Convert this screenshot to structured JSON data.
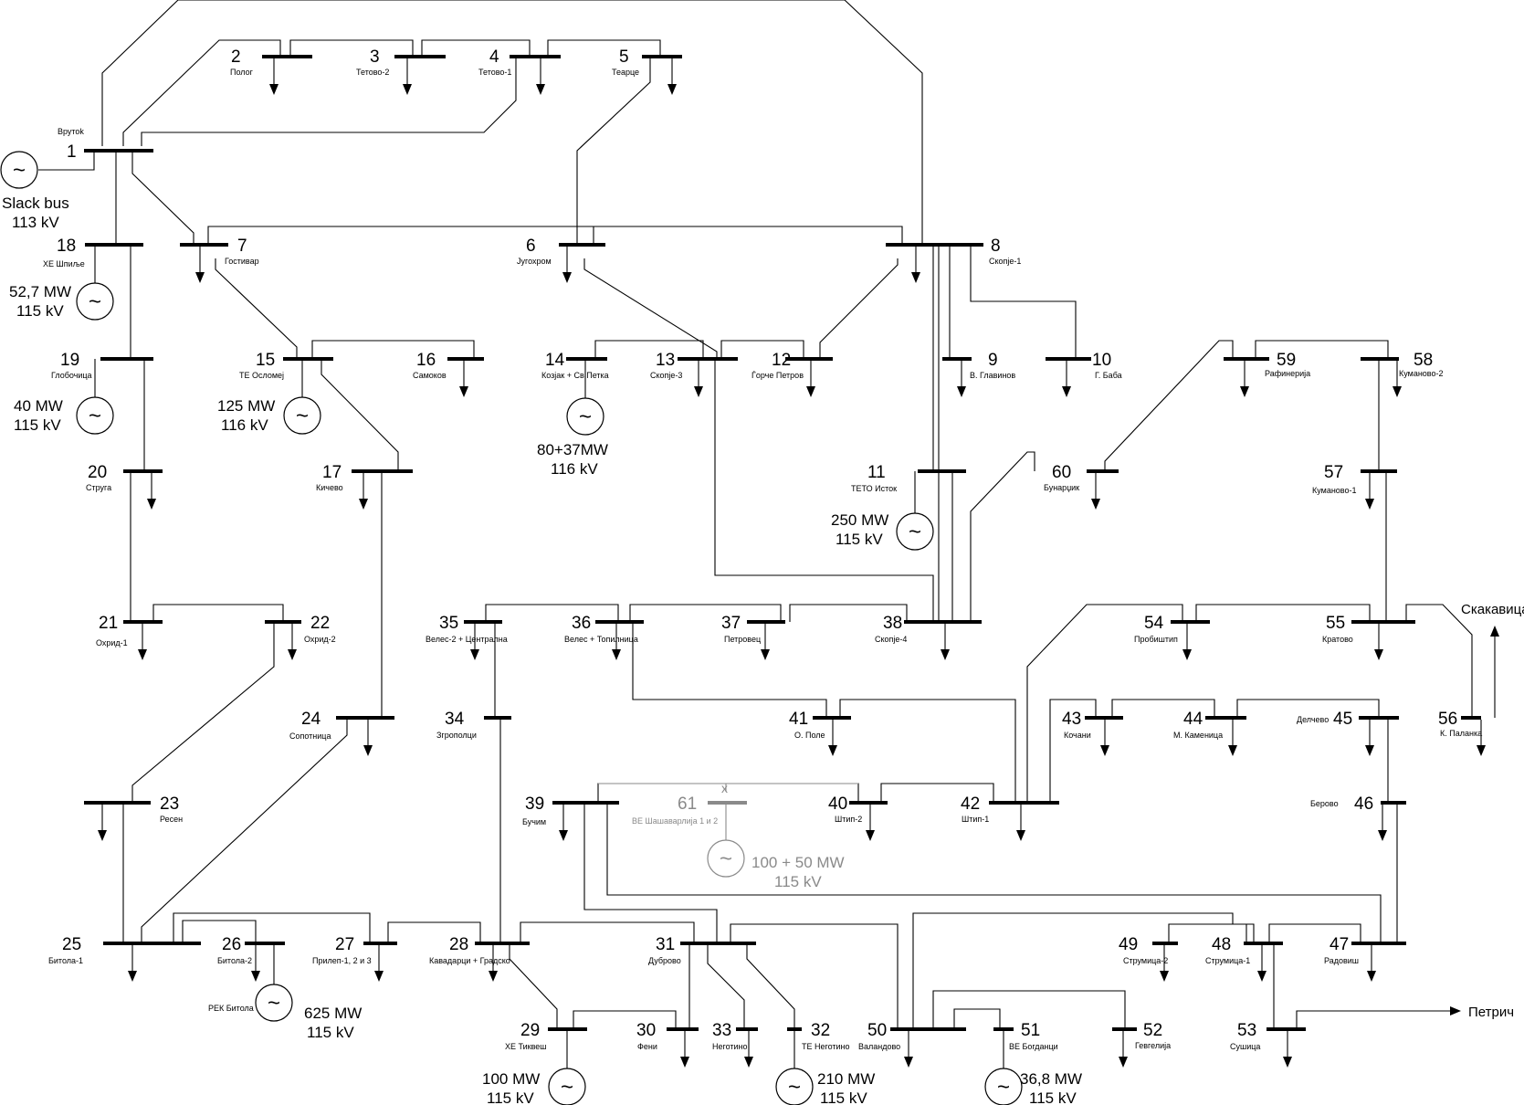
{
  "buses": [
    {
      "id": "1",
      "num": "1",
      "name": "Врутоk"
    },
    {
      "id": "2",
      "num": "2",
      "name": "Полог"
    },
    {
      "id": "3",
      "num": "3",
      "name": "Тетово-2"
    },
    {
      "id": "4",
      "num": "4",
      "name": "Тетово-1"
    },
    {
      "id": "5",
      "num": "5",
      "name": "Теарце"
    },
    {
      "id": "6",
      "num": "6",
      "name": "Југохром"
    },
    {
      "id": "7",
      "num": "7",
      "name": "Гостивар"
    },
    {
      "id": "8",
      "num": "8",
      "name": "Скопје-1"
    },
    {
      "id": "9",
      "num": "9",
      "name": "В. Главинов"
    },
    {
      "id": "10",
      "num": "10",
      "name": "Г. Баба"
    },
    {
      "id": "11",
      "num": "11",
      "name": "ТЕТО Исток"
    },
    {
      "id": "12",
      "num": "12",
      "name": "Ѓорче Петров"
    },
    {
      "id": "13",
      "num": "13",
      "name": "Скопје-3"
    },
    {
      "id": "14",
      "num": "14",
      "name": "Козјак + Св.Петка"
    },
    {
      "id": "15",
      "num": "15",
      "name": "ТЕ Осломеј"
    },
    {
      "id": "16",
      "num": "16",
      "name": "Самоков"
    },
    {
      "id": "17",
      "num": "17",
      "name": "Кичево"
    },
    {
      "id": "18",
      "num": "18",
      "name": "ХЕ Шпиље"
    },
    {
      "id": "19",
      "num": "19",
      "name": "Глобочица"
    },
    {
      "id": "20",
      "num": "20",
      "name": "Струга"
    },
    {
      "id": "21",
      "num": "21",
      "name": "Охрид-1"
    },
    {
      "id": "22",
      "num": "22",
      "name": "Охрид-2"
    },
    {
      "id": "23",
      "num": "23",
      "name": "Ресен"
    },
    {
      "id": "24",
      "num": "24",
      "name": "Сопотница"
    },
    {
      "id": "25",
      "num": "25",
      "name": "Битола-1"
    },
    {
      "id": "26",
      "num": "26",
      "name": "Битола-2"
    },
    {
      "id": "27",
      "num": "27",
      "name": "Прилеп-1, 2 и 3"
    },
    {
      "id": "28",
      "num": "28",
      "name": "Кавадарци + Градско"
    },
    {
      "id": "29",
      "num": "29",
      "name": "ХЕ Тиквеш"
    },
    {
      "id": "30",
      "num": "30",
      "name": "Фени"
    },
    {
      "id": "31",
      "num": "31",
      "name": "Дуброво"
    },
    {
      "id": "32",
      "num": "32",
      "name": "ТЕ Неготино"
    },
    {
      "id": "33",
      "num": "33",
      "name": "Неготино"
    },
    {
      "id": "34",
      "num": "34",
      "name": "Згрополци"
    },
    {
      "id": "35",
      "num": "35",
      "name": "Велес-2 + Централна"
    },
    {
      "id": "36",
      "num": "36",
      "name": "Велес + Топилница"
    },
    {
      "id": "37",
      "num": "37",
      "name": "Петровец"
    },
    {
      "id": "38",
      "num": "38",
      "name": "Скопје-4"
    },
    {
      "id": "39",
      "num": "39",
      "name": "Бучим"
    },
    {
      "id": "40",
      "num": "40",
      "name": "Штип-2"
    },
    {
      "id": "41",
      "num": "41",
      "name": "О. Поле"
    },
    {
      "id": "42",
      "num": "42",
      "name": "Штип-1"
    },
    {
      "id": "43",
      "num": "43",
      "name": "Кочани"
    },
    {
      "id": "44",
      "num": "44",
      "name": "М. Каменица"
    },
    {
      "id": "45",
      "num": "45",
      "name": "Делчево"
    },
    {
      "id": "46",
      "num": "46",
      "name": "Берово"
    },
    {
      "id": "47",
      "num": "47",
      "name": "Радовиш"
    },
    {
      "id": "48",
      "num": "48",
      "name": "Струмица-1"
    },
    {
      "id": "49",
      "num": "49",
      "name": "Струмица-2"
    },
    {
      "id": "50",
      "num": "50",
      "name": "Валандово"
    },
    {
      "id": "51",
      "num": "51",
      "name": "ВЕ Богданци"
    },
    {
      "id": "52",
      "num": "52",
      "name": "Гевгелија"
    },
    {
      "id": "53",
      "num": "53",
      "name": "Сушица"
    },
    {
      "id": "54",
      "num": "54",
      "name": "Пробиштип"
    },
    {
      "id": "55",
      "num": "55",
      "name": "Кратово"
    },
    {
      "id": "56",
      "num": "56",
      "name": "К. Паланка"
    },
    {
      "id": "57",
      "num": "57",
      "name": "Куманово-1"
    },
    {
      "id": "58",
      "num": "58",
      "name": "Куманово-2"
    },
    {
      "id": "59",
      "num": "59",
      "name": "Рафинерија"
    },
    {
      "id": "60",
      "num": "60",
      "name": "Бунарџик"
    },
    {
      "id": "61",
      "num": "61",
      "name": "ВЕ Шашаварлија 1 и 2"
    }
  ],
  "generators": [
    {
      "id": "g1",
      "bus": "1",
      "lines": [
        "Slack bus",
        "113 kV"
      ]
    },
    {
      "id": "g18",
      "bus": "18",
      "lines": [
        "52,7 MW",
        "115 kV"
      ]
    },
    {
      "id": "g19",
      "bus": "19",
      "lines": [
        "40 MW",
        "115 kV"
      ]
    },
    {
      "id": "g15",
      "bus": "15",
      "lines": [
        "125 MW",
        "116 kV"
      ]
    },
    {
      "id": "g14",
      "bus": "14",
      "lines": [
        "80+37MW",
        "116 kV"
      ]
    },
    {
      "id": "g11",
      "bus": "11",
      "lines": [
        "250 MW",
        "115 kV"
      ]
    },
    {
      "id": "g26",
      "bus": "26",
      "lines": [
        "625 MW",
        "115 kV"
      ],
      "name": "РЕК Битола"
    },
    {
      "id": "g29",
      "bus": "29",
      "lines": [
        "100 MW",
        "115 kV"
      ]
    },
    {
      "id": "g32",
      "bus": "32",
      "lines": [
        "210 MW",
        "115 kV"
      ]
    },
    {
      "id": "g51",
      "bus": "51",
      "lines": [
        "36,8 MW",
        "115 kV"
      ]
    },
    {
      "id": "g61",
      "bus": "61",
      "lines": [
        "100 + 50 MW",
        "115 kV"
      ]
    }
  ],
  "external_ties": [
    {
      "id": "skakavica",
      "label": "Скакавица"
    },
    {
      "id": "petrich",
      "label": "Петрич"
    }
  ],
  "breaker_symbol": "x",
  "generator_symbol": "~",
  "colors": {
    "network": "#000000",
    "planned": "#8a8a8a",
    "background": "#ffffff"
  }
}
